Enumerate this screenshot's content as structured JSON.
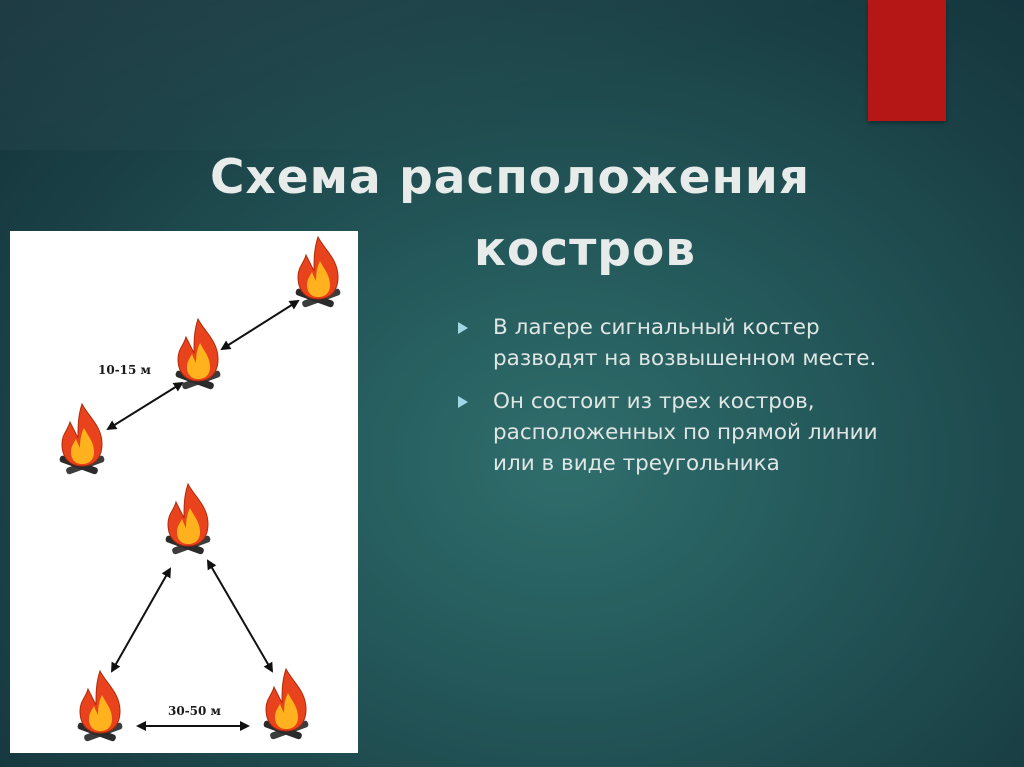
{
  "slide": {
    "title_line1": "Схема расположения",
    "title_line2": "костров",
    "bullets": [
      "В лагере сигнальный костер разводят на возвышенном  месте.",
      "Он состоит из трех костров, расположенных по прямой линии или в виде треугольника"
    ]
  },
  "diagram": {
    "line_distance_label": "10-15 м",
    "triangle_distance_label": "30-50 м"
  },
  "colors": {
    "accent_red": "#b51717",
    "flame_outer": "#e8431c",
    "flame_inner": "#ffb21d",
    "log": "#3c3c3c",
    "bullet_marker": "#9fd7e6"
  }
}
